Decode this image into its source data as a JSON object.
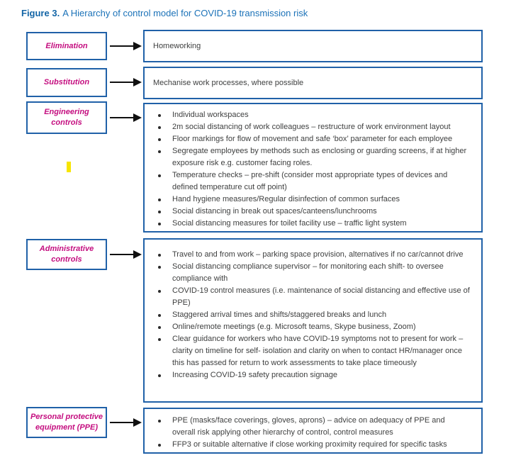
{
  "title": {
    "prefix": "Figure 3.",
    "text": "A Hierarchy of control model for COVID-19 transmission risk"
  },
  "colors": {
    "title_bold_blue": "#1365a6",
    "title_blue": "#1b72b8",
    "box_border_blue": "#2061a8",
    "label_magenta": "#c40d7f",
    "body_text_gray": "#3f4040",
    "arrow_black": "#101010",
    "highlight_yellow": "#f7e500"
  },
  "icons": {
    "flow_arrow": "black-right-arrow",
    "bullet": "disc"
  },
  "rows": [
    {
      "id": "elimination",
      "label": "Elimination",
      "items": [
        "Homeworking"
      ]
    },
    {
      "id": "substitution",
      "label": "Substitution",
      "items": [
        "Mechanise work processes, where possible"
      ]
    },
    {
      "id": "engineering-controls",
      "label": "Engineering\ncontrols",
      "items": [
        "Individual workspaces",
        "2m social distancing of work colleagues – restructure of work environment layout",
        "Floor markings for flow of movement and safe ‘box’ parameter for each employee",
        "Segregate employees by methods such as enclosing or guarding screens, if at higher exposure risk e.g. customer facing roles.",
        "Temperature checks – pre-shift (consider most appropriate types of devices and defined temperature cut off point)",
        "Hand hygiene measures/Regular disinfection of common surfaces",
        "Social distancing in break out spaces/canteens/lunchrooms",
        "Social distancing measures for toilet facility use – traffic light system"
      ]
    },
    {
      "id": "administrative-controls",
      "label": "Administrative\ncontrols",
      "items": [
        "Travel to and from work – parking space provision, alternatives if no car/cannot drive",
        "Social distancing compliance supervisor – for monitoring each shift- to oversee compliance with",
        "COVID-19 control measures (i.e. maintenance of social distancing and effective use of PPE)",
        "Staggered arrival times and shifts/staggered breaks and lunch",
        "Online/remote meetings (e.g. Microsoft teams, Skype business, Zoom)",
        "Clear guidance for workers who have COVID-19 symptoms not to present for work – clarity on timeline for self- isolation and clarity on when to contact HR/manager once this has passed for return to work assessments to take place timeously",
        "Increasing COVID-19 safety precaution signage"
      ]
    },
    {
      "id": "ppe",
      "label": "Personal protective\nequipment (PPE)",
      "items": [
        "PPE (masks/face coverings, gloves, aprons) – advice on adequacy of PPE and overall risk applying other hierarchy of control, control measures",
        "FFP3 or suitable alternative if close working proximity required for specific tasks"
      ]
    }
  ]
}
